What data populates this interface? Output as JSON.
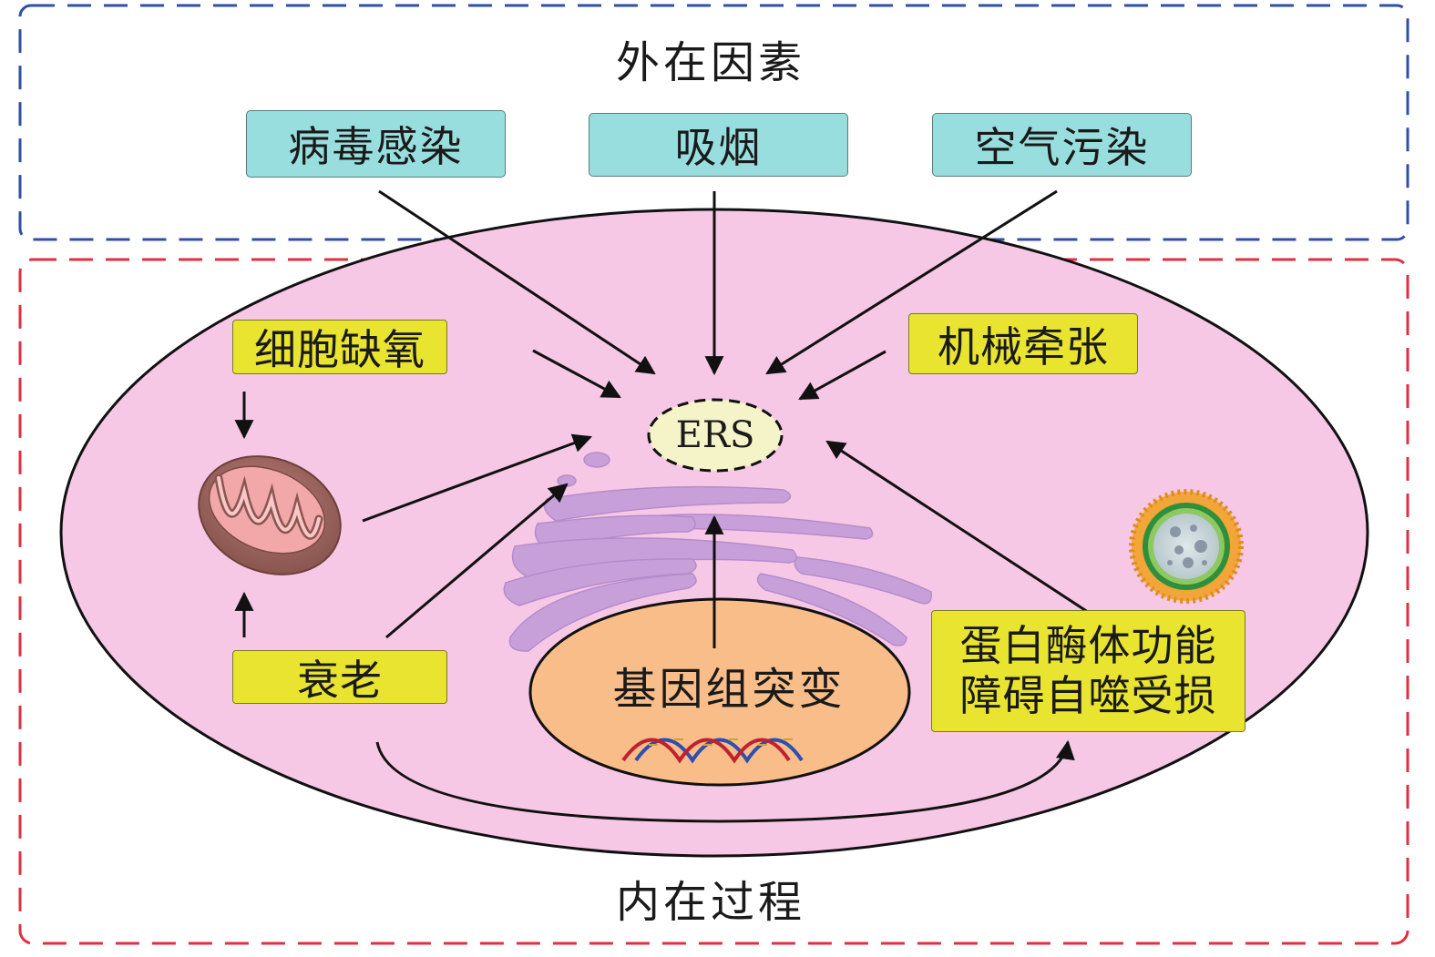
{
  "extrinsic": {
    "title": "外在因素",
    "factors": [
      "病毒感染",
      "吸烟",
      "空气污染"
    ]
  },
  "intrinsic": {
    "title": "内在过程",
    "factors": {
      "hypoxia": "细胞缺氧",
      "mechanical": "机械牵张",
      "aging": "衰老",
      "genome": "基因组突变",
      "proteasome_line1": "蛋白酶体功能",
      "proteasome_line2": "障碍自噬受损"
    }
  },
  "center": {
    "label": "ERS"
  },
  "colors": {
    "extrinsic_border": "#2f4fa8",
    "intrinsic_border": "#e03040",
    "cell_fill": "#f6c8e6",
    "nucleus_fill": "#f8bd88",
    "ers_fill": "#f5f3c8",
    "cyan_box": "#99dede",
    "yellow_box": "#e8e430",
    "golgi": "#c7a0da",
    "mitochondrion": "#a87068"
  },
  "icons": [
    "mitochondrion-icon",
    "dna-helix-icon",
    "proteasome-icon",
    "golgi-icon"
  ]
}
